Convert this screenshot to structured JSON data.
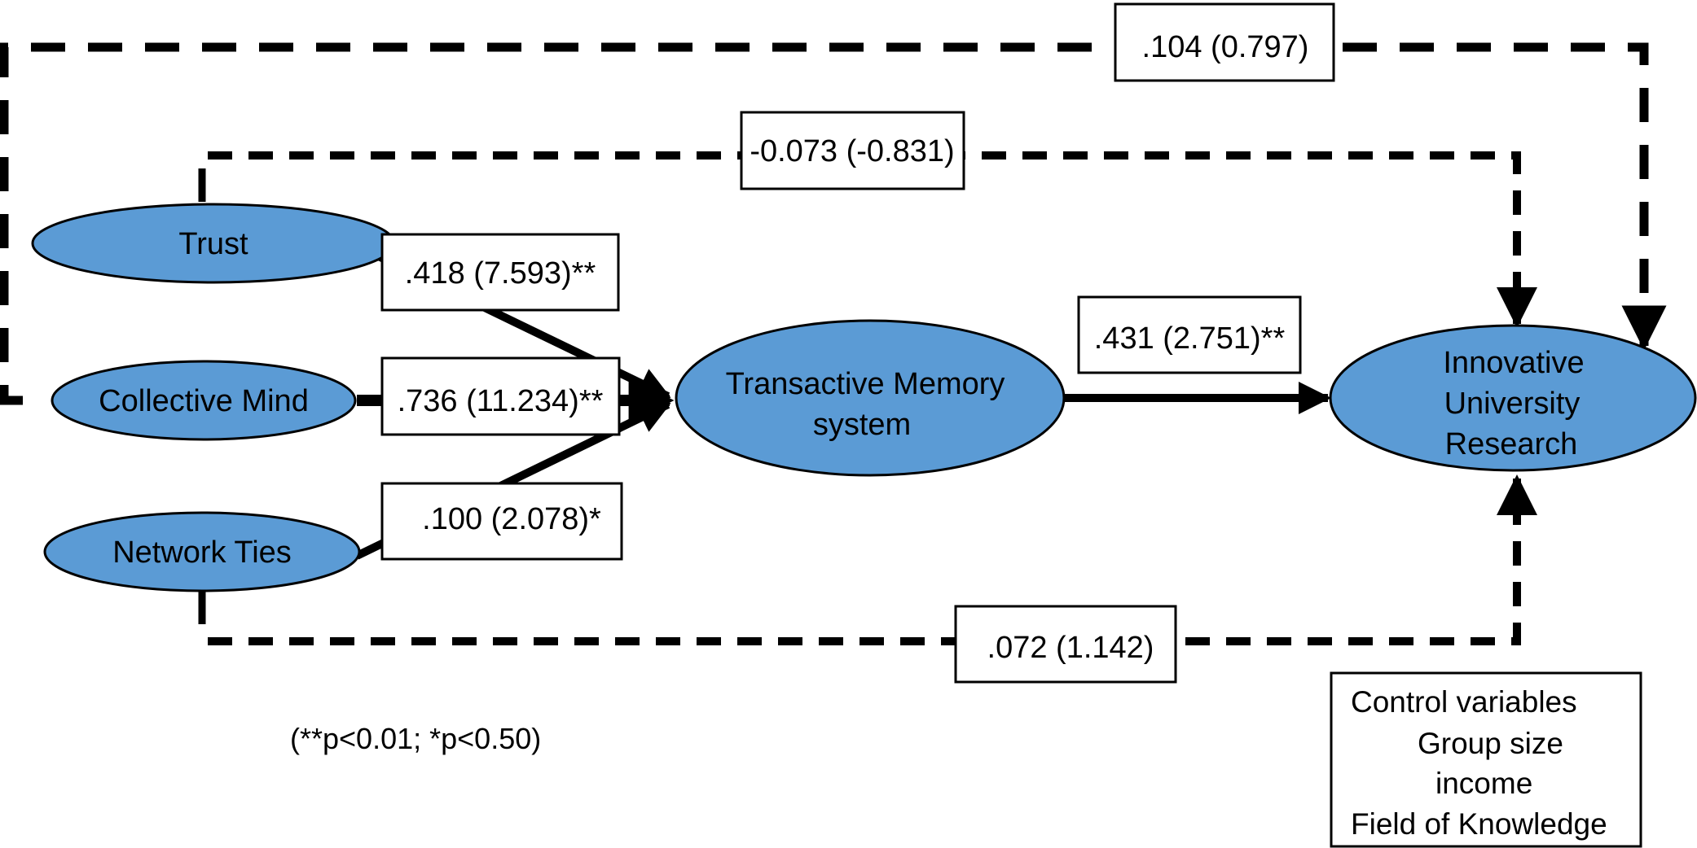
{
  "colors": {
    "node_fill": "#5b9bd5",
    "line": "#000000",
    "box_fill": "#ffffff"
  },
  "nodes": {
    "trust": {
      "label": "Trust"
    },
    "collective_mind": {
      "label": "Collective Mind"
    },
    "network_ties": {
      "label": "Network Ties"
    },
    "tms": {
      "lines": [
        "Transactive Memory",
        "system"
      ]
    },
    "iur": {
      "lines": [
        "Innovative",
        "University",
        "Research"
      ]
    }
  },
  "paths": {
    "trust_tms": {
      "label": ".418 (7.593)**",
      "coefficient": 0.418,
      "t_value": 7.593,
      "significance": "**",
      "style": "solid"
    },
    "collective_tms": {
      "label": ".736 (11.234)**",
      "coefficient": 0.736,
      "t_value": 11.234,
      "significance": "**",
      "style": "solid"
    },
    "network_tms": {
      "label": ".100 (2.078)*",
      "coefficient": 0.1,
      "t_value": 2.078,
      "significance": "*",
      "style": "solid"
    },
    "tms_iur": {
      "label": ".431 (2.751)**",
      "coefficient": 0.431,
      "t_value": 2.751,
      "significance": "**",
      "style": "solid"
    },
    "collective_iur": {
      "label": ".104 (0.797)",
      "coefficient": 0.104,
      "t_value": 0.797,
      "significance": "",
      "style": "dashed"
    },
    "trust_iur": {
      "label": "-0.073 (-0.831)",
      "coefficient": -0.073,
      "t_value": -0.831,
      "significance": "",
      "style": "dashed"
    },
    "network_iur": {
      "label": ".072 (1.142)",
      "coefficient": 0.072,
      "t_value": 1.142,
      "significance": "",
      "style": "dashed"
    }
  },
  "significance_note": "(**p<0.01; *p<0.50)",
  "controls": {
    "title": "Control variables",
    "items": [
      "Group size",
      "income",
      "Field of Knowledge"
    ]
  }
}
